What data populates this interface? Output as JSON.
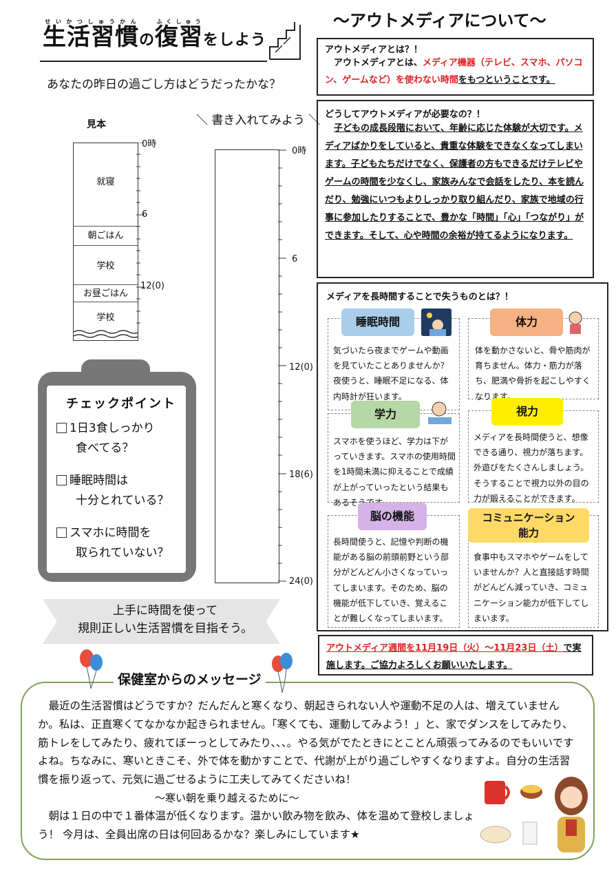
{
  "left": {
    "title": {
      "main1": "生活習慣",
      "no": "の",
      "main2": "復習",
      "suffix": "をしよう"
    },
    "question": "あなたの昨日の過ごし方はどうだったかな？",
    "sample_label": "見本",
    "write_label": "書き入れてみよう",
    "sample_ticks": [
      "0時",
      "6",
      "12(0)"
    ],
    "sample_segments": [
      "就寝",
      "朝ごはん",
      "学校",
      "お昼ごはん",
      "学校"
    ],
    "write_ticks": [
      "0時",
      "6",
      "12(0)",
      "18(6)",
      "24(0)"
    ],
    "check_title": "チェックポイント",
    "checks": [
      {
        "l1": "1日3食しっかり",
        "l2": "食べてる？"
      },
      {
        "l1": "睡眠時間は",
        "l2": "十分とれている？"
      },
      {
        "l1": "スマホに時間を",
        "l2": "取られていない？"
      }
    ],
    "banner": {
      "line1": "上手に時間を使って",
      "line2": "規則正しい生活習慣を目指そう。"
    }
  },
  "right": {
    "title": "～アウトメディアについて～",
    "box1": {
      "title": "アウトメディアとは？！",
      "text_a": "アウトメディアとは、",
      "text_red": "メディア機器（テレビ、スマホ、パソコン、ゲームなど）を使わない時間",
      "text_b": "をもつということです。"
    },
    "box2": {
      "title": "どうしてアウトメディアが必要なの？！",
      "text": "子どもの成長段階において、年齢に応じた体験が大切です。メディアばかりをしていると、貴重な体験をできなくなってしまいます。子どもたちだけでなく、保護者の方もできるだけテレビやゲームの時間を少なくし、家族みんなで会話をしたり、本を読んだり、勉強にいつもよりしっかり取り組んだり、家族で地域の行事に参加したりすることで、豊かな「時間」「心」「つながり」ができます。そして、心や時間の余裕が持てるようになります。"
    },
    "box3": {
      "title": "メディアを長時間することで失うものとは？！",
      "items": [
        {
          "label": "睡眠時間",
          "text": "気づいたら夜までゲームや動画を見ていたことありませんか？夜使うと、睡眠不足になる、体内時計が狂います。"
        },
        {
          "label": "体力",
          "text": "体を動かさないと、骨や筋肉が育ちません。体力・筋力が落ち、肥満や骨折を起こしやすくなります。"
        },
        {
          "label": "学力",
          "text": "スマホを使うほど、学力は下がっていきます。スマホの使用時間を1時間未満に抑えることで成績が上がっていったという結果もあるそうです。"
        },
        {
          "label": "視力",
          "text": "メディアを長時間使うと、想像できる通り、視力が落ちます。外遊びをたくさんしましょう。そうすることで視力以外の目の力が鍛えることができます。"
        },
        {
          "label": "脳の機能",
          "text": "長時間使うと、記憶や判断の機能がある脳の前頭前野という部分がどんどん小さくなっていってしまいます。そのため、脳の機能が低下していき、覚えることが難しくなってしまいます。"
        },
        {
          "label1": "コミュニケーション",
          "label2": "能力",
          "text": "食事中もスマホやゲームをしていませんか？人と直接話す時間がどんどん減っていき、コミュニケーション能力が低下してしまいます。"
        }
      ]
    },
    "box4": {
      "red": "アウトメディア週間を11月19日（火）～11月23日（土）",
      "rest": "で実施します。ご協力よろしくお願いいたします。"
    }
  },
  "message": {
    "title": "保健室からのメッセージ",
    "text1": "最近の生活習慣はどうですか？だんだんと寒くなり、朝起きられない人や運動不足の人は、増えていませんか。私は、正直寒くてなかなか起きられません。「寒くても、運動してみよう！」と、家でダンスをしてみたり、筋トレをしてみたり、疲れてぼーっとしてみたり、、、。やる気がでたときにとことん頑張ってみるのでもいいですよね。ちなみに、寒いときこそ、外で体を動かすことで、代謝が上がり過ごしやすくなりますよ。自分の生活習慣を振り返って、元気に過ごせるように工夫してみてくださいね！",
    "subtitle": "～寒い朝を乗り越えるために～",
    "text2": "朝は１日の中で１番体温が低くなります。温かい飲み物を飲み、体を温めて登校しましょう！ 今月は、全員出席の日は何回あるかな？楽しみにしています★"
  }
}
